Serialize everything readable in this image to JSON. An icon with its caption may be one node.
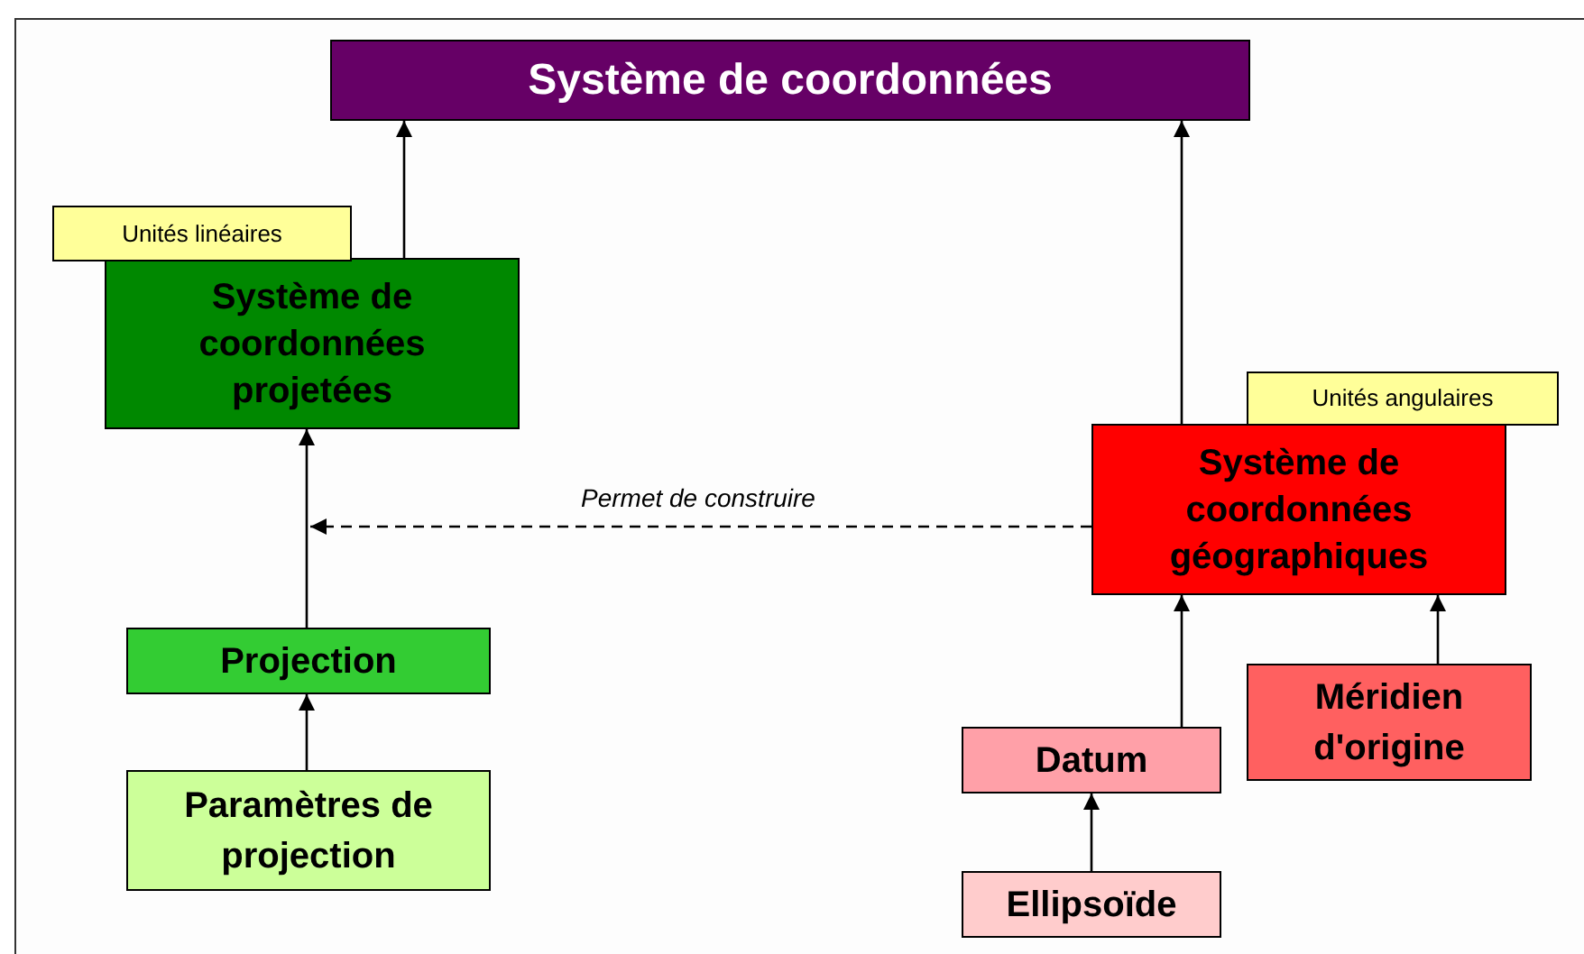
{
  "diagram": {
    "nodes": [
      {
        "text": [
          "Système de coordonnées"
        ]
      },
      {
        "text": [
          "Unités linéaires"
        ]
      },
      {
        "text": [
          "Système de coordonnées projetées"
        ]
      },
      {
        "text": [
          "Unités angulaires"
        ]
      },
      {
        "text": [
          "Système de coordonnées géographiques"
        ]
      },
      {
        "text": [
          "Projection"
        ]
      },
      {
        "text": [
          "Paramètres de projection"
        ]
      },
      {
        "text": [
          "Datum"
        ]
      },
      {
        "text": [
          "Méridien d'origine"
        ]
      },
      {
        "text": [
          "Ellipsoïde"
        ]
      }
    ],
    "edges": [
      {
        "from": 2,
        "to": 0,
        "arrow": "to"
      },
      {
        "from": 4,
        "to": 0,
        "arrow": "to"
      },
      {
        "from": 4,
        "to": null,
        "arrow": "to",
        "label": "Permet de construire",
        "style": "dashed"
      },
      {
        "from": 5,
        "to": 2,
        "arrow": "to"
      },
      {
        "from": 6,
        "to": 5,
        "arrow": "to"
      },
      {
        "from": 7,
        "to": 4,
        "arrow": "to"
      },
      {
        "from": 8,
        "to": 4,
        "arrow": "to"
      },
      {
        "from": 9,
        "to": 7,
        "arrow": "to"
      }
    ]
  }
}
